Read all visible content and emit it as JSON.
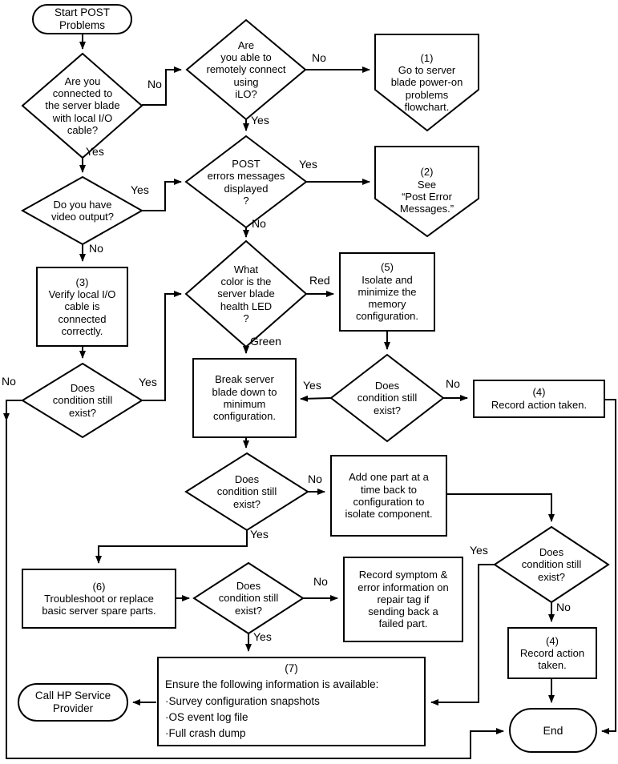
{
  "nodes": {
    "start": "Start POST\nProblems",
    "d_connected": "Are you\nconnected to\nthe server blade\nwith local I/O\ncable?",
    "d_ilo": "Are\nyou able to\nremotely connect\nusing\niLO?",
    "p1": "(1)\nGo to server\nblade power-on\nproblems\nflowchart.",
    "d_video": "Do you have\nvideo output?",
    "d_post": "POST\nerrors messages\ndisplayed\n?",
    "p2": "(2)\nSee\n“Post Error\nMessages.”",
    "r3": "(3)\nVerify local I/O\ncable is\nconnected\ncorrectly.",
    "d_color": "What\ncolor is the\nserver blade\nhealth LED\n?",
    "r5": "(5)\nIsolate and\nminimize the\nmemory\nconfiguration.",
    "d_exist_after5": "Does\ncondition still\nexist?",
    "r4_top": "(4)\nRecord action taken.",
    "r_break": "Break server\nblade down to\nminimum\nconfiguration.",
    "d_exist_left": "Does\ncondition still\nexist?",
    "d_exist_mid": "Does\ncondition still\nexist?",
    "r_add": "Add one part at a\ntime back to\nconfiguration to\nisolate component.",
    "d_exist_right": "Does\ncondition still\nexist?",
    "r6": "(6)\nTroubleshoot or replace\nbasic server spare parts.",
    "d_exist_after6": "Does\ncondition still\nexist?",
    "r_symptom": "Record symptom &\nerror information on\nrepair tag if\nsending back a\nfailed part.",
    "r7_title": "(7)",
    "r7_lines": [
      "Ensure the following information is available:",
      "·Survey configuration snapshots",
      "·OS event log file",
      "·Full crash dump"
    ],
    "r4_bottom": "(4)\nRecord action\ntaken.",
    "call_hp": "Call HP Service\nProvider",
    "end": "End"
  },
  "edge_labels": {
    "connected_no": "No",
    "connected_yes": "Yes",
    "ilo_no": "No",
    "ilo_yes": "Yes",
    "video_yes": "Yes",
    "video_no": "No",
    "post_yes": "Yes",
    "post_no": "No",
    "led_red": "Red",
    "led_green": "Green",
    "exist5_yes": "Yes",
    "exist5_no": "No",
    "existleft_no": "No",
    "existleft_yes": "Yes",
    "existmid_no": "No",
    "existmid_yes": "Yes",
    "exist6_no": "No",
    "exist6_yes": "Yes",
    "existright_yes": "Yes",
    "existright_no": "No"
  },
  "colors": {
    "line": "#000000",
    "background": "#ffffff"
  }
}
